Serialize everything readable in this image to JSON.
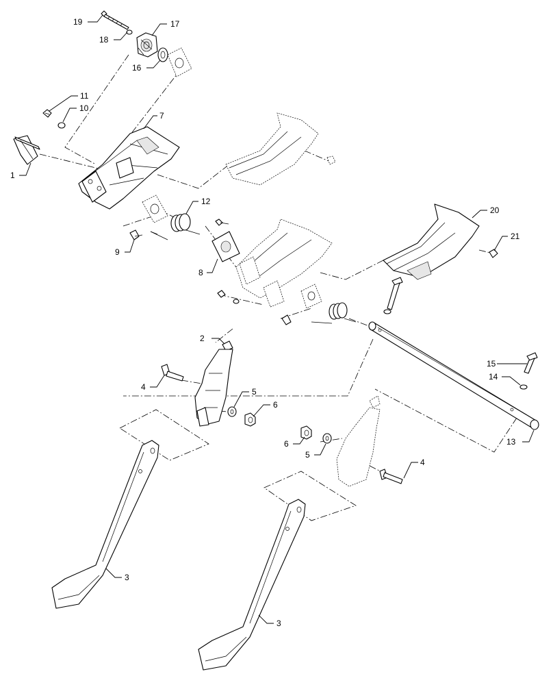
{
  "callouts": {
    "c1": "1",
    "c2": "2",
    "c3a": "3",
    "c3b": "3",
    "c4a": "4",
    "c4b": "4",
    "c5a": "5",
    "c5b": "5",
    "c6a": "6",
    "c6b": "6",
    "c7": "7",
    "c8": "8",
    "c9": "9",
    "c10": "10",
    "c11": "11",
    "c12": "12",
    "c13": "13",
    "c14": "14",
    "c15": "15",
    "c16": "16",
    "c17": "17",
    "c18": "18",
    "c19": "19",
    "c20": "20",
    "c21": "21"
  }
}
